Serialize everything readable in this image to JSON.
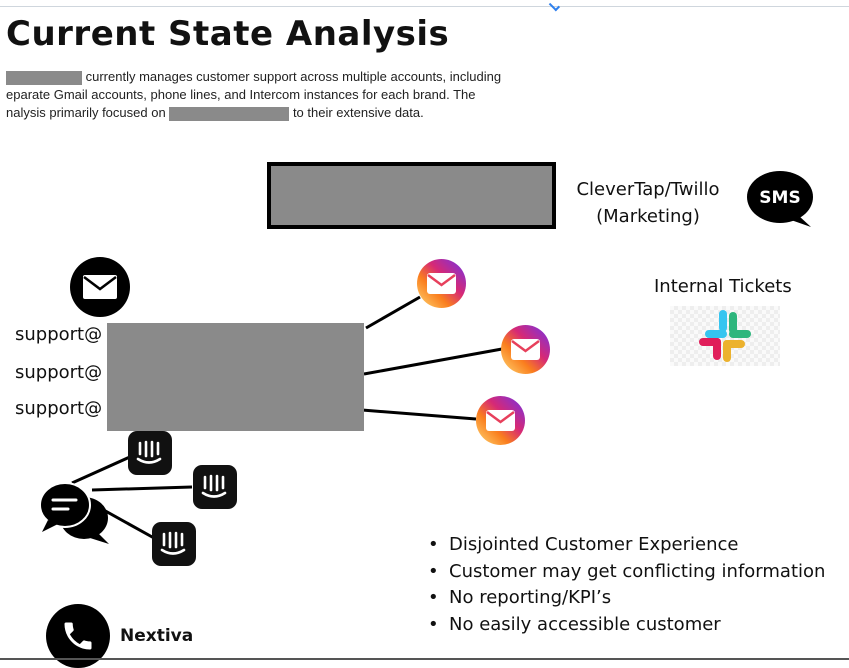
{
  "page": {
    "title": "Current State Analysis",
    "paragraph": {
      "line1_rest": "currently manages customer support across multiple accounts, including",
      "line2": "eparate Gmail accounts, phone lines, and Intercom instances for each brand. The",
      "line3_start": "nalysis primarily focused on",
      "line3_end": "to their extensive data."
    }
  },
  "diagram": {
    "marketing_label": "CleverTap/Twillo\n(Marketing)",
    "sms_badge": "SMS",
    "internal_tickets_label": "Internal Tickets",
    "support_emails": [
      "support@",
      "support@",
      "support@"
    ],
    "phone_label": "Nextiva",
    "icons": {
      "email": "envelope-icon",
      "gmail": "instagram-style-mail-icon",
      "slack": "slack-icon",
      "intercom": "intercom-icon",
      "chat": "chat-bubbles-icon",
      "phone": "phone-icon",
      "sms": "sms-bubble-icon"
    }
  },
  "issues": [
    "Disjointed Customer Experience",
    "Customer may get conflicting information",
    "No reporting/KPI’s",
    "No easily accessible customer"
  ]
}
